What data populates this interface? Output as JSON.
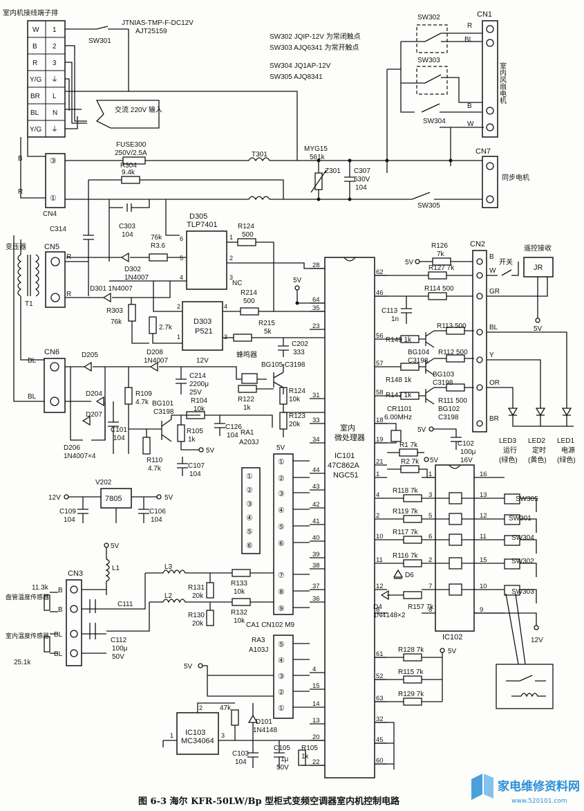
{
  "caption": "图 6-3 海尔 KFR-50LW/Bp 型柜式变频空调器室内机控制电路",
  "watermark": {
    "title": "家电维修资料网",
    "url": "www.520101.com"
  },
  "terminal_block": {
    "title": "室内机接线端子排",
    "rows": [
      [
        "W",
        "1"
      ],
      [
        "B",
        "2"
      ],
      [
        "R",
        "3"
      ],
      [
        "Y/G",
        "⏚"
      ],
      [
        "BR",
        "L"
      ],
      [
        "BL",
        "N"
      ],
      [
        "Y/G",
        "⏚"
      ]
    ],
    "ac_label": "交流 220V 输入"
  },
  "relay_notes": [
    "SW302 JQIP-12V 为常闭触点",
    "SW303 AJQ6341 为常开触点",
    "SW304 JQ1AP-12V",
    "SW305 AJQ8341"
  ],
  "relay_sw301": {
    "name": "SW301",
    "model1": "JTNIAS-TMP-F-DC12V",
    "model2": "AJT25159"
  },
  "connectors": {
    "cn1": {
      "name": "CN1",
      "pins": [
        "R",
        "BL",
        "B",
        "W"
      ],
      "label": "室内风扇电机"
    },
    "cn7": {
      "name": "CN7",
      "label": "同步电机"
    },
    "cn4": {
      "name": "CN4",
      "pins": [
        "③",
        "①"
      ],
      "wires": [
        "B",
        "R"
      ]
    },
    "cn5": {
      "name": "CN5",
      "pins": [
        "R",
        "R"
      ],
      "label": "变压器",
      "t": "T1"
    },
    "cn6": {
      "name": "CN6",
      "pins": [
        "BL",
        "BL"
      ]
    },
    "cn2": {
      "name": "CN2",
      "pins": [
        "B",
        "W",
        "GR",
        "BL",
        "Y",
        "OR",
        "BR"
      ],
      "switch": "开关",
      "rx": "遥控接收",
      "jr": "JR"
    },
    "cn3": {
      "name": "CN3",
      "pins": [
        "B",
        "B",
        "BL",
        "BL"
      ],
      "sensor1": "盘管温度传感器",
      "sensor1_r": "11.3k",
      "sensor2": "室内温度传感器",
      "sensor2_r": "25.1k"
    }
  },
  "components": {
    "fuse": [
      "FUSE300",
      "250V/2.5A"
    ],
    "t301": "T301",
    "myg15": [
      "MYG15",
      "561k"
    ],
    "z301": "Z301",
    "c307": [
      "C307",
      "630V",
      "104"
    ],
    "sw302": "SW302",
    "sw303": "SW303",
    "sw304": "SW304",
    "sw305": "SW305",
    "r304": [
      "R304",
      "9.4k"
    ],
    "c303": [
      "C303",
      "104"
    ],
    "c314": "C314",
    "d305": [
      "D305",
      "TLP7401"
    ],
    "r124a": [
      "R124",
      "500"
    ],
    "r36": [
      "R3.6",
      "76k"
    ],
    "d302": [
      "D302",
      "1N4007"
    ],
    "d301": "D301 1N4007",
    "nc": "NC",
    "r214": [
      "R214",
      "500"
    ],
    "d303": [
      "D303",
      "P521"
    ],
    "r303": [
      "R303",
      "76k"
    ],
    "r27": "2.7k",
    "r215": [
      "R215",
      "5k"
    ],
    "c202": [
      "C202",
      "333"
    ],
    "v12": "12V",
    "v5": "5V",
    "d205": "D205",
    "d208": [
      "D208",
      "1N4007"
    ],
    "buzzer": "蜂鸣器",
    "bg105": "BG105 C3198",
    "c214": [
      "C214",
      "2200μ",
      "25V"
    ],
    "r122": [
      "R122",
      "1k"
    ],
    "r124b": [
      "R124",
      "10k"
    ],
    "r123": [
      "R123",
      "20k"
    ],
    "d204": "D204",
    "d207": "D207",
    "d206": [
      "D206",
      "1N4007×4"
    ],
    "r109": [
      "R109",
      "4.7k"
    ],
    "bg101": [
      "BG101",
      "C3198"
    ],
    "r104": [
      "R104",
      "10k"
    ],
    "c101": [
      "C101",
      "104"
    ],
    "r105": [
      "R105",
      "1k"
    ],
    "c126": [
      "C126",
      "104"
    ],
    "r110": [
      "R110",
      "4.7k"
    ],
    "c107": [
      "C107",
      "104"
    ],
    "v202": "V202",
    "reg": "7805",
    "c109": [
      "C109",
      "104"
    ],
    "c106": [
      "C106",
      "104"
    ],
    "ra1": [
      "RA1",
      "A203J"
    ],
    "ra3": [
      "RA3",
      "A103J"
    ],
    "l1": "L1",
    "l2": "L2",
    "l3": "L3",
    "r131": [
      "R131",
      "20k"
    ],
    "r133": [
      "R133",
      "10k"
    ],
    "r130": [
      "R130",
      "20k"
    ],
    "r132": [
      "R132",
      "10k"
    ],
    "c111": "C111",
    "c112": [
      "C112",
      "100μ",
      "50V"
    ],
    "ca1": "CA1 CN102 M9",
    "ic103": [
      "IC103",
      "MC34064"
    ],
    "r47k": "47k",
    "d101": [
      "D101",
      "1N4148"
    ],
    "c103": [
      "C103",
      "104"
    ],
    "c105": [
      "C105",
      "1μ",
      "50V"
    ],
    "r105b": [
      "R105",
      "1k"
    ],
    "ic101": [
      "室内",
      "微处理器",
      "IC101",
      "47C862A",
      "NGC51"
    ],
    "r126": [
      "R126",
      "7k"
    ],
    "r127": "R127 7k",
    "r114": "R114 500",
    "c113": [
      "C113",
      "1n"
    ],
    "r149": "R149 1k",
    "r113": "R113 500",
    "bg104": [
      "BG104",
      "C3198"
    ],
    "r112": "R112 500",
    "r148": "R148 1k",
    "bg103": [
      "BG103",
      "C3198"
    ],
    "r147": "R147 1k",
    "r111": "R111 500",
    "bg102": [
      "BG102",
      "C3198"
    ],
    "cr1101": [
      "CR1101",
      "6.00MHz"
    ],
    "c102": [
      "C102",
      "100μ",
      "16V"
    ],
    "leds": [
      [
        "LED3",
        "运行",
        "(绿色)"
      ],
      [
        "LED2",
        "定时",
        "(黄色)"
      ],
      [
        "LED1",
        "电源",
        "(绿色)"
      ]
    ],
    "r1": "R1 7k",
    "r2": "R2 7k",
    "r118": "R118 7k",
    "r119": "R119 7k",
    "r117": "R117 7k",
    "r116": "R116 7k",
    "r157": "R157 7k",
    "d6": "D6",
    "d4": [
      "D4",
      "1N4148×2"
    ],
    "ic102": "IC102",
    "v12b": "12V",
    "r128": "R128 7k",
    "r115": "R115 7k",
    "r129": "R129 7k"
  },
  "ic101_pins": {
    "left": [
      "28",
      "64",
      "35",
      "23",
      "31",
      "33",
      "34",
      "44",
      "43",
      "42",
      "41",
      "40",
      "39",
      "38",
      "37",
      "36",
      "4",
      "15",
      "14",
      "13",
      "20",
      "22"
    ],
    "right": [
      "62",
      "46",
      "56",
      "57",
      "58",
      "18",
      "19",
      "21",
      "1",
      "4",
      "2",
      "10",
      "11",
      "12",
      "8",
      "61",
      "52",
      "63",
      "32",
      "45",
      "60"
    ]
  },
  "ic102_pins": {
    "left": [
      "1",
      "3",
      "5",
      "6",
      "2",
      "7",
      "8"
    ],
    "right": [
      "16",
      "13",
      "12",
      "11",
      "15",
      "10",
      "9"
    ]
  },
  "cn102_pins": [
    "①",
    "②",
    "③",
    "④",
    "⑤",
    "⑥",
    "⑦",
    "⑧",
    "⑨"
  ],
  "ra3_pins": [
    "⑤",
    "④",
    "③",
    "②",
    "①"
  ],
  "ra1_pins": [
    "①",
    "②",
    "③",
    "④",
    "⑤",
    "⑥"
  ]
}
